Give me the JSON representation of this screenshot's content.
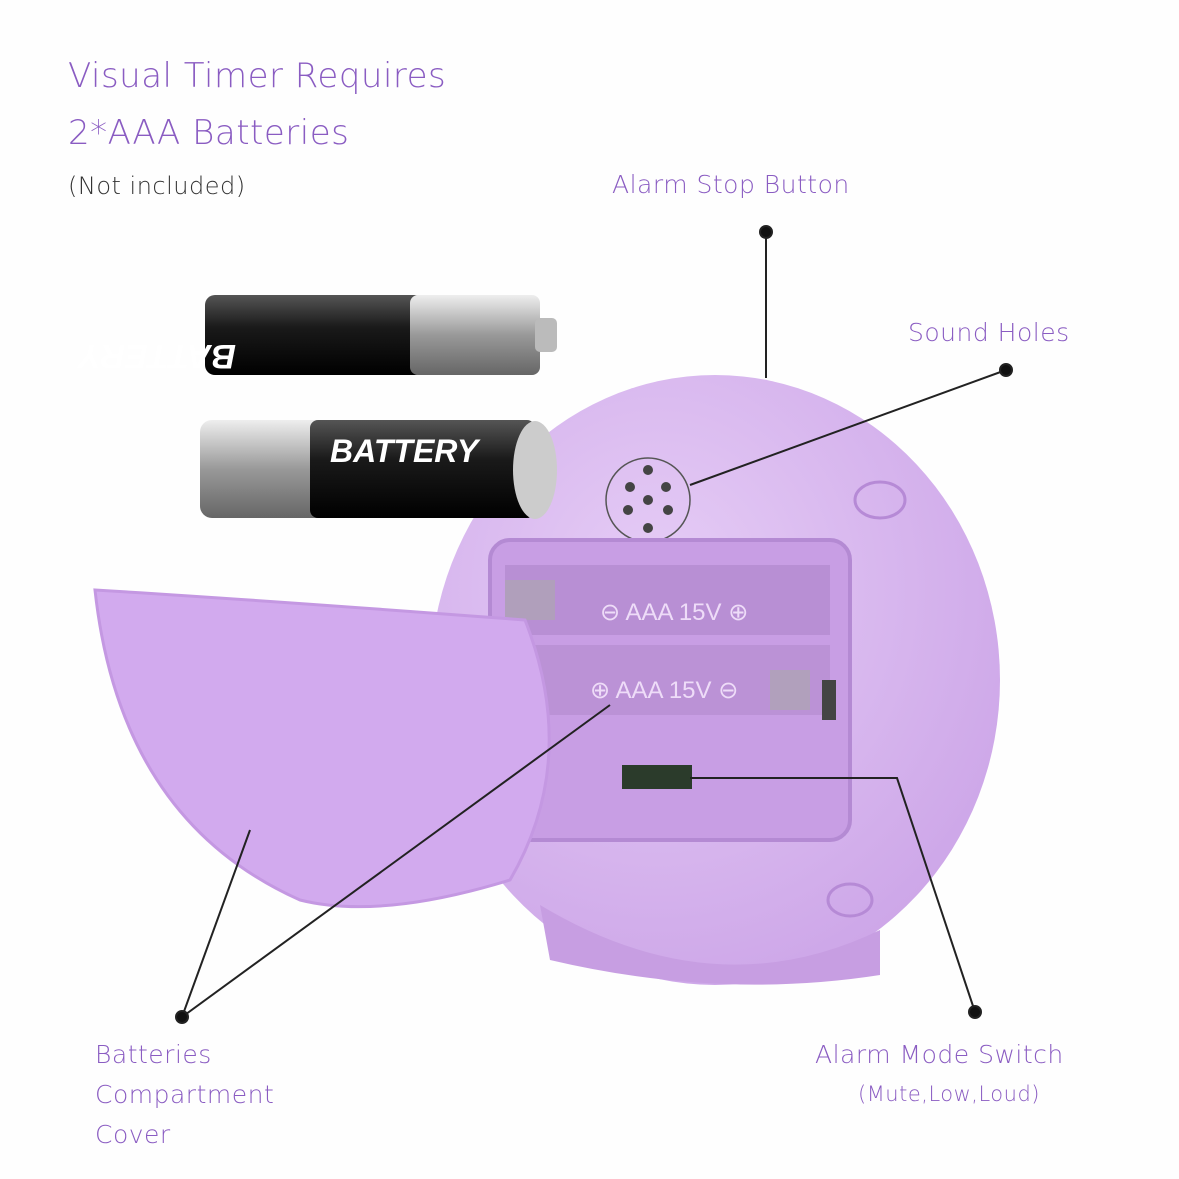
{
  "heading": {
    "line1": "Visual Timer Requires",
    "line2": "2*AAA Batteries",
    "note": "(Not included)"
  },
  "callouts": {
    "alarm_stop": "Alarm Stop Button",
    "sound_holes": "Sound Holes",
    "cover_line1": "Batteries",
    "cover_line2": "Compartment",
    "cover_line3": "Cover",
    "mode_switch": "Alarm Mode Switch",
    "mode_options": "(Mute,Low,Loud)"
  },
  "batteries": {
    "label": "BATTERY"
  },
  "compartment": {
    "slot1": "⊖ AAA 15V ⊕",
    "slot2": "⊕ AAA 15V ⊖"
  },
  "colors": {
    "accent": "#8a5cc2",
    "body": "#d9b8f0",
    "text_dark": "#333333"
  }
}
